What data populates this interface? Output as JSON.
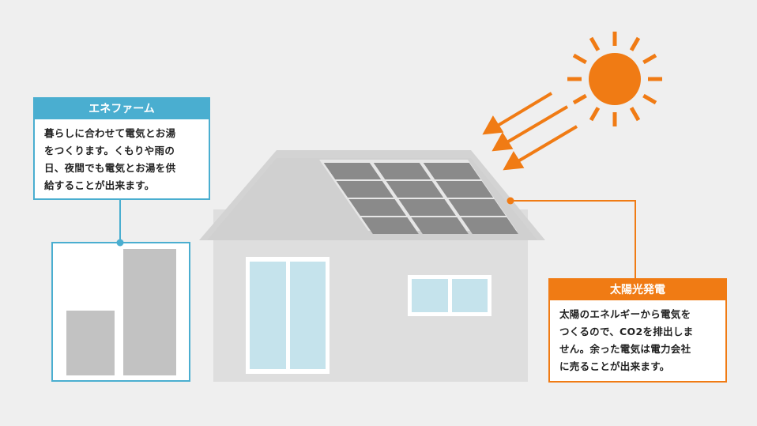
{
  "enefarm": {
    "title": "エネファーム",
    "lines": [
      "暮らしに合わせて電気とお湯",
      "をつくります。くもりや雨の",
      "日、夜間でも電気とお湯を供",
      "給することが出来ます。"
    ]
  },
  "solar": {
    "title": "太陽光発電",
    "lines": [
      "太陽のエネルギーから電気を",
      "つくるので、CO2を排出しま",
      "せん。余った電気は電力会社",
      "に売ることが出来ます。"
    ]
  },
  "colors": {
    "enefarm_accent": "#4aaed0",
    "solar_accent": "#f07b14",
    "house_wall": "#dedede",
    "roof": "#d3d3d3",
    "window_glass": "#c5e3ec",
    "panel": "#8a8a8a",
    "unit": "#c2c2c2"
  },
  "icons": [
    "sun-icon",
    "sunlight-arrow-icon",
    "house-icon",
    "solar-panel-icon",
    "enefarm-unit-icon"
  ]
}
